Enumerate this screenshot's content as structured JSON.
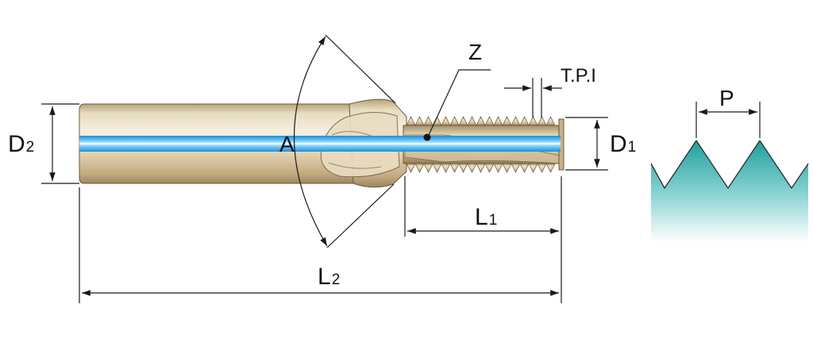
{
  "labels": {
    "d2": {
      "main": "D",
      "sub": "2"
    },
    "a": "A",
    "z": "Z",
    "tpi": "T.P.I",
    "d1": {
      "main": "D",
      "sub": "1"
    },
    "l1": {
      "main": "L",
      "sub": "1"
    },
    "l2": {
      "main": "L",
      "sub": "2"
    },
    "p": "P"
  },
  "colors": {
    "body_light": "#f2ead7",
    "body_mid": "#d9c7a2",
    "body_dark": "#8e7752",
    "coolant_blue": "#2fa7e6",
    "coolant_light": "#bfe9ff",
    "thread_teal": "#2ea9aa",
    "line": "#1a1a1a"
  }
}
